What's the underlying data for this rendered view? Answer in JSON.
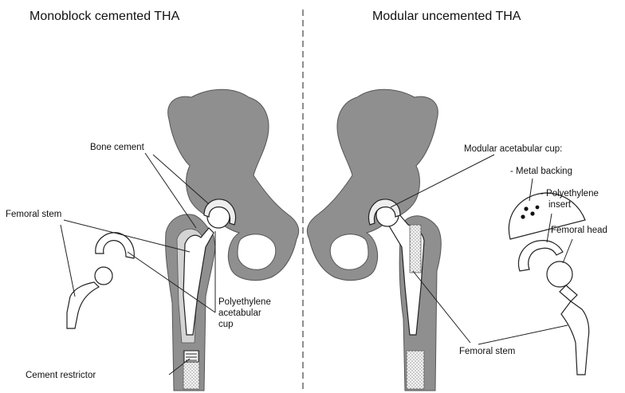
{
  "headings": {
    "left": "Monoblock cemented THA",
    "right": "Modular uncemented THA"
  },
  "labels": {
    "bone_cement": "Bone cement",
    "femoral_stem_left": "Femoral stem",
    "polyethylene_cup_line1": "Polyethylene",
    "polyethylene_cup_line2": "acetabular",
    "polyethylene_cup_line3": "cup",
    "cement_restrictor": "Cement restrictor",
    "modular_cup": "Modular acetabular cup:",
    "metal_backing": "- Metal backing",
    "polyethylene_insert_line1": "- Polyethylene",
    "polyethylene_insert_line2": "insert",
    "femoral_head": "Femoral head",
    "femoral_stem_right": "Femoral stem"
  },
  "colors": {
    "bone": "#8f8f8f",
    "outline": "#222222"
  }
}
